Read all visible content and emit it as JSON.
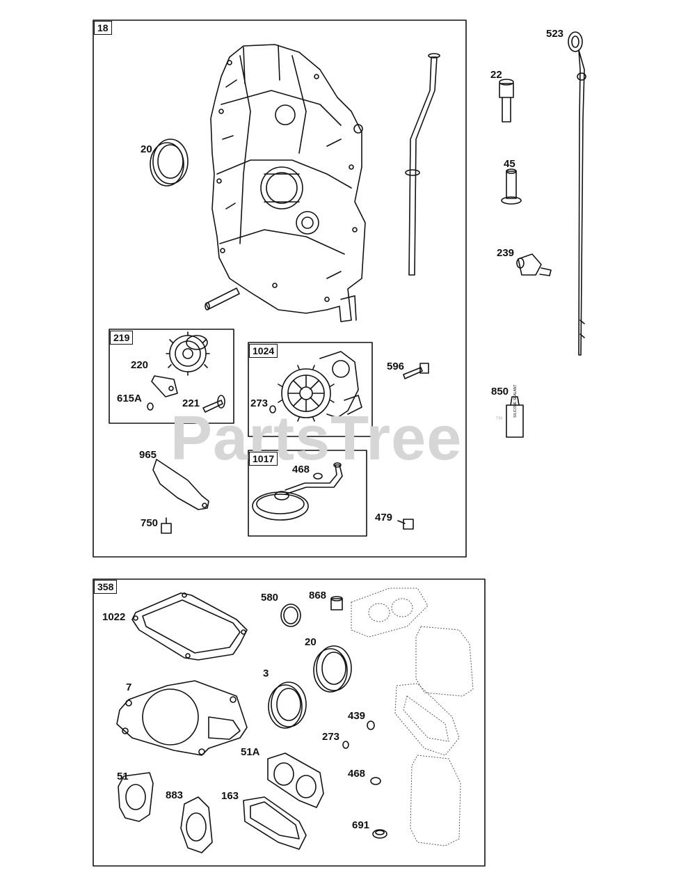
{
  "watermark": {
    "text": "PartsTree",
    "trademark": "™"
  },
  "groups": {
    "g18": "18",
    "g219": "219",
    "g1024": "1024",
    "g1017": "1017",
    "g358": "358"
  },
  "parts": {
    "p20a": "20",
    "p219_220": "220",
    "p615a": "615A",
    "p221": "221",
    "p273a": "273",
    "p596": "596",
    "p965": "965",
    "p468a": "468",
    "p750": "750",
    "p479": "479",
    "p523": "523",
    "p22": "22",
    "p45": "45",
    "p239": "239",
    "p850": "850",
    "p1022": "1022",
    "p580": "580",
    "p868": "868",
    "p20b": "20",
    "p3": "3",
    "p7": "7",
    "p439": "439",
    "p273b": "273",
    "p51a": "51A",
    "p468b": "468",
    "p51": "51",
    "p883": "883",
    "p163": "163",
    "p691": "691"
  },
  "sealant_tube_text": "SILICONE SEALANT"
}
